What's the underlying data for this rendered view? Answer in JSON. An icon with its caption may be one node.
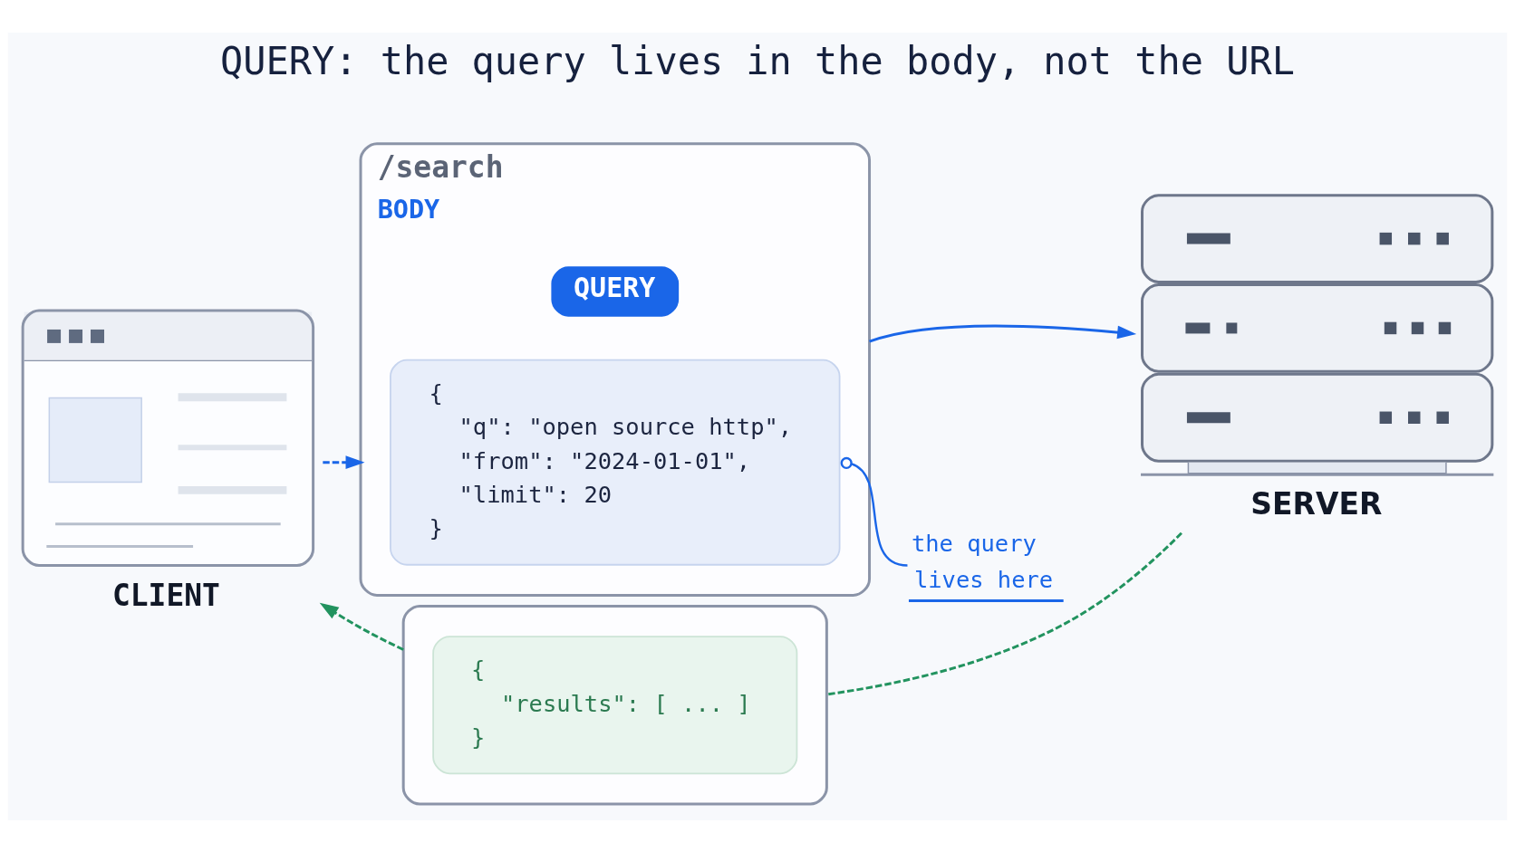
{
  "diagram": {
    "title": "QUERY: the query lives in the body, not the URL",
    "nodes": [
      {
        "text": [
          "CLIENT"
        ]
      },
      {
        "text": [
          "/search",
          "BODY"
        ]
      },
      {
        "text": [
          "QUERY"
        ],
        "in": 1
      },
      {
        "text": [
          "{",
          "\"q\": \"open source http\",",
          "\"from\": \"2024-01-01\",",
          "\"limit\": 20",
          "}"
        ],
        "in": 1
      },
      {
        "text": [
          "the query lives here"
        ]
      },
      {
        "text": [
          "SERVER"
        ]
      },
      {
        "text": [],
        "shape": "box"
      },
      {
        "text": [
          "{",
          "\"results\": [ ... ]",
          "}"
        ],
        "in": 6
      }
    ],
    "edges": [
      {
        "from": 0,
        "to": 1,
        "arrow": "to",
        "style": "dashed"
      },
      {
        "from": 1,
        "to": 5,
        "arrow": "to"
      },
      {
        "from": 4,
        "to": 3,
        "arrow": "other"
      },
      {
        "from": 5,
        "to": 6,
        "arrow": "none",
        "style": "dashed",
        "color": "#22935f"
      },
      {
        "from": 6,
        "to": 0,
        "arrow": "to",
        "style": "dashed",
        "color": "#22935f"
      }
    ]
  }
}
